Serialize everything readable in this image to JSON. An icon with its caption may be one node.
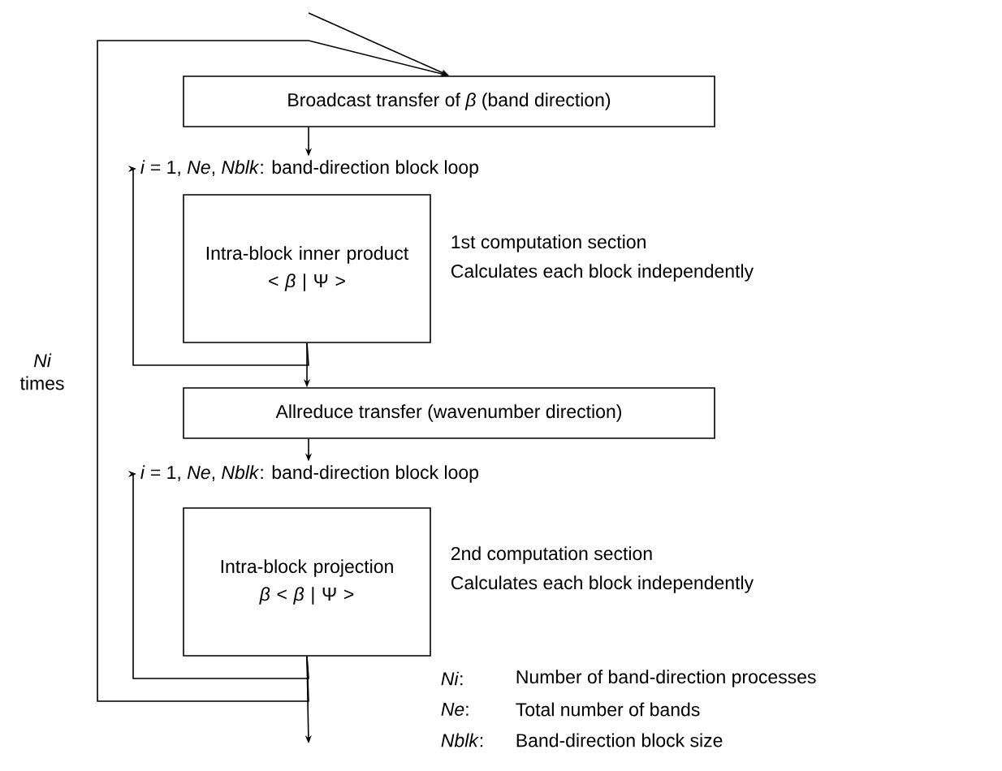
{
  "diagram": {
    "nodes": [
      {
        "text": [
          "Broadcast transfer of *β* (band direction)"
        ]
      },
      {
        "text": [
          "*i* = 1, *Ne*, *Nblk*: band-direction block loop"
        ]
      },
      {
        "text": [
          "Intra-block inner product",
          "< *β* | Ψ >"
        ],
        "beside": [
          "1st computation section",
          "Calculates each block independently"
        ]
      },
      {
        "text": [
          "Allreduce transfer (wavenumber direction)"
        ]
      },
      {
        "text": [
          "*i* = 1, *Ne*, *Nblk*: band-direction block loop"
        ]
      },
      {
        "text": [
          "Intra-block projection",
          "*β* < *β* | Ψ >"
        ],
        "beside": [
          "2nd computation section",
          "Calculates each block independently"
        ]
      }
    ],
    "edges": [
      {
        "from": null,
        "to": 0,
        "arrow": "to"
      },
      {
        "from": 0,
        "to": 1,
        "arrow": "to"
      },
      {
        "from": 2,
        "to": 1,
        "arrow": "to"
      },
      {
        "from": 2,
        "to": 3,
        "arrow": "to"
      },
      {
        "from": 3,
        "to": 4,
        "arrow": "to"
      },
      {
        "from": 5,
        "to": 4,
        "arrow": "to"
      },
      {
        "from": 5,
        "to": 0,
        "arrow": "to"
      },
      {
        "from": 5,
        "to": null,
        "arrow": "to"
      }
    ],
    "labels": [
      "*Ni* times",
      "*Ni*:",
      "Number of band-direction processes",
      "*Ne*:",
      "Total number of bands",
      "*Nblk*:",
      "Band-direction block size"
    ]
  }
}
